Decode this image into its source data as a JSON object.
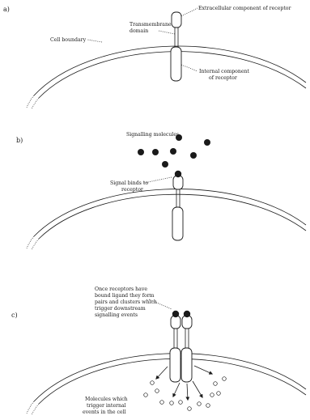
{
  "panels": {
    "a": {
      "letter": "a)",
      "labels": {
        "extracellular": "Extracellular component of receptor",
        "transmembrane_line1": "Transmembrane",
        "transmembrane_line2": "domain",
        "cell_boundary": "Cell boundary",
        "internal_line1": "Internal component",
        "internal_line2": "of receptor"
      }
    },
    "b": {
      "letter": "b)",
      "labels": {
        "signalling_molecules": "Signalling molecules",
        "signal_binds_line1": "Signal binds to",
        "signal_binds_line2": "receptor"
      }
    },
    "c": {
      "letter": "c)",
      "labels": {
        "clusters_line1": "Once receptors have",
        "clusters_line2": "bound ligand they form",
        "clusters_line3": "pairs and clusters which",
        "clusters_line4": "trigger downstream",
        "clusters_line5": "signalling events",
        "molecules_line1": "Molecules which",
        "molecules_line2": "trigger internal",
        "molecules_line3": "events in the cell"
      }
    }
  },
  "colors": {
    "ink": "#1a1a1a",
    "background": "#ffffff"
  }
}
